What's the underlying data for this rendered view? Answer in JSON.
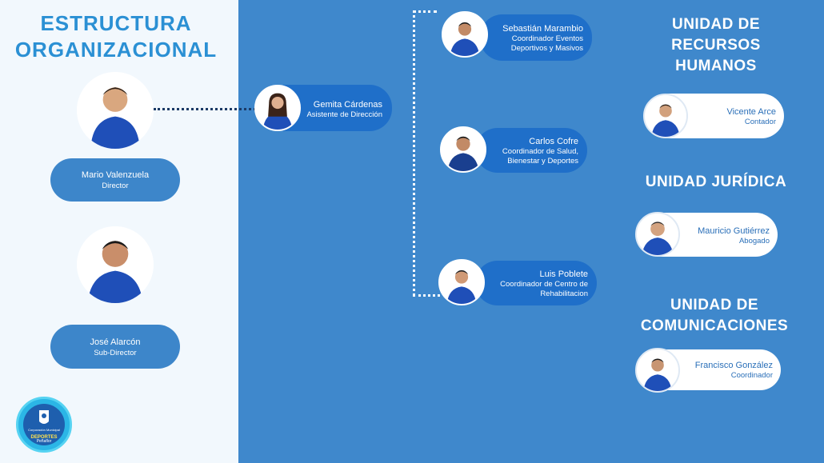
{
  "title": {
    "line1": "ESTRUCTURA",
    "line2": "ORGANIZACIONAL"
  },
  "logo": {
    "line1": "Corporación Municipal",
    "line2": "DEPORTES",
    "line3": "Peñaflor"
  },
  "people": {
    "director": {
      "name": "Mario Valenzuela",
      "role": "Director"
    },
    "subdirector": {
      "name": "José Alarcón",
      "role": "Sub-Director"
    },
    "asistente": {
      "name": "Gemita Cárdenas",
      "role": "Asistente de Dirección"
    },
    "eventos": {
      "name": "Sebastián Marambio",
      "role1": "Coordinador Eventos",
      "role2": "Deportivos y Masivos"
    },
    "salud": {
      "name": "Carlos Cofre",
      "role1": "Coordinador  de Salud,",
      "role2": "Bienestar y Deportes"
    },
    "rehab": {
      "name": "Luis Poblete",
      "role1": "Coordinador de Centro de",
      "role2": "Rehabilitacion"
    },
    "contador": {
      "name": "Vicente Arce",
      "role": "Contador"
    },
    "abogado": {
      "name": "Mauricio Gutiérrez",
      "role": "Abogado"
    },
    "comunicaciones": {
      "name": "Francisco González",
      "role": "Coordinador"
    }
  },
  "units": {
    "rrhh": {
      "line1": "UNIDAD DE",
      "line2": "RECURSOS",
      "line3": "HUMANOS"
    },
    "juridica": {
      "line1": "UNIDAD JURÍDICA"
    },
    "comunicaciones": {
      "line1": "UNIDAD DE",
      "line2": "COMUNICACIONES"
    }
  },
  "colors": {
    "panel": "#3f88cc",
    "pill_dark": "#1f6fc9",
    "title": "#2b90d4",
    "jacket": "#1f4fb8"
  },
  "icons": {
    "person": "person-photo-icon",
    "logo": "deportes-logo-icon"
  }
}
